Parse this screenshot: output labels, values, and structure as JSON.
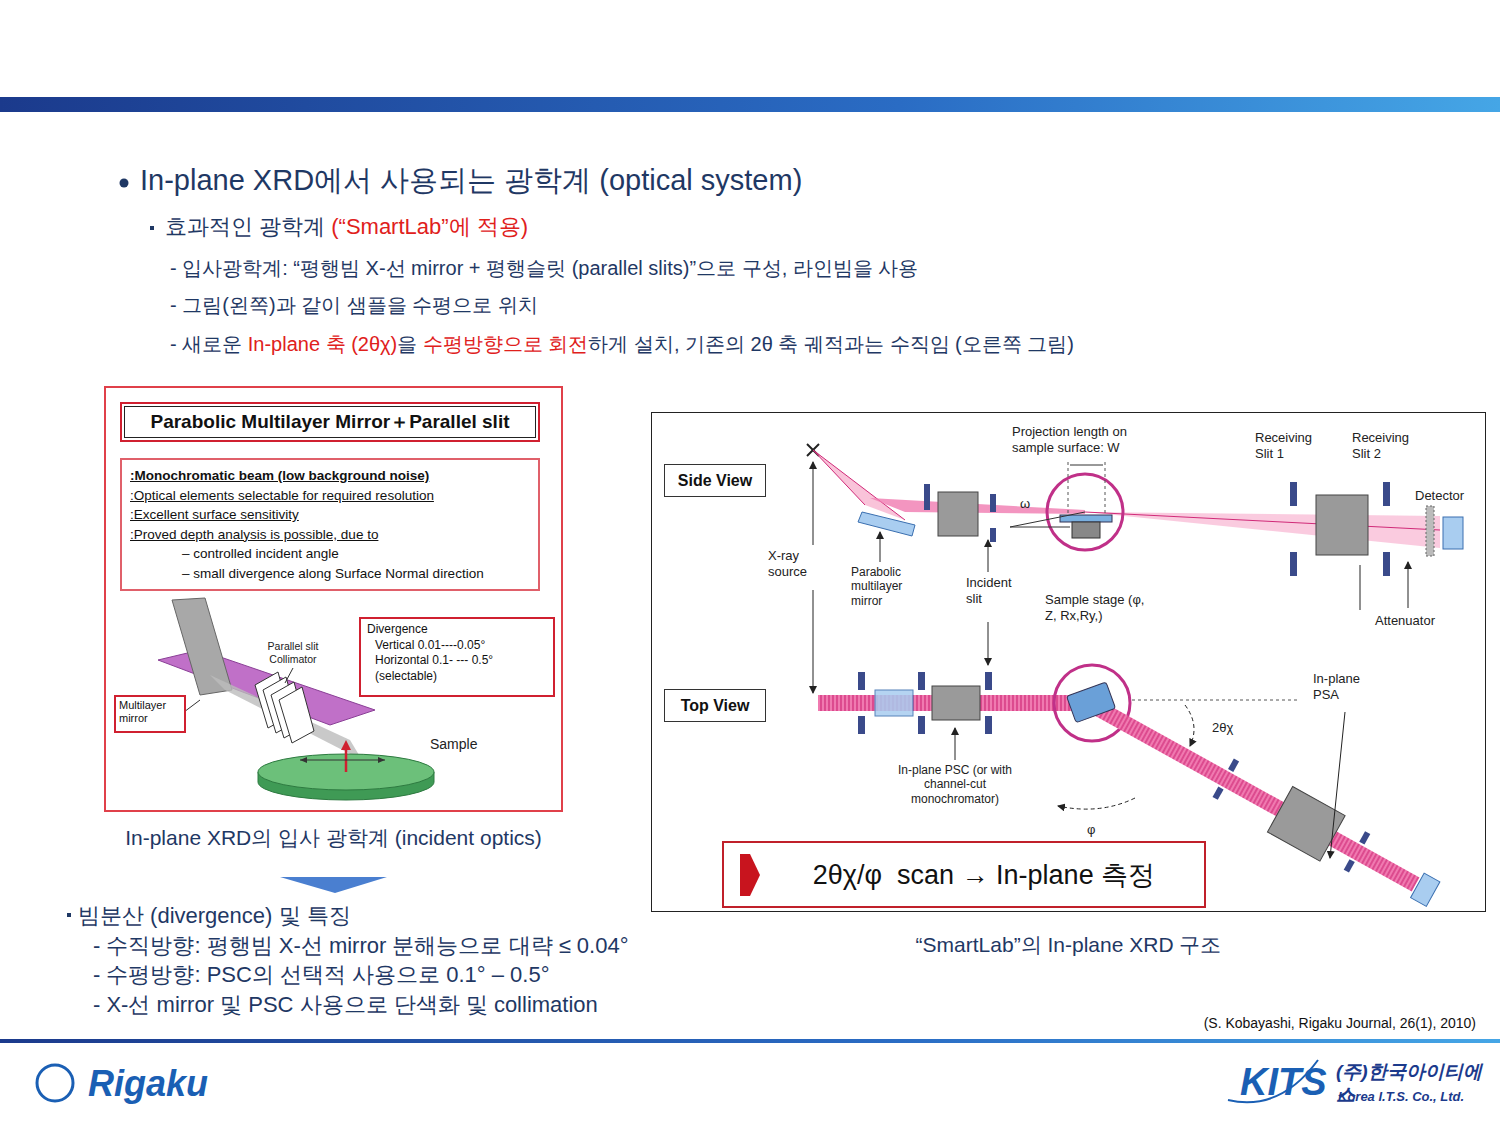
{
  "diagram": {
    "title": "In-plane XRD에서 사용되는 광학계 (optical system)",
    "nodes": [
      {
        "text": [
          "In-plane XRD의 입사 광학계 (incident optics)"
        ]
      },
      {
        "text": [
          "Parabolic Multilayer Mirror＋Parallel slit"
        ],
        "in": 0
      },
      {
        "text": [
          ":Monochromatic beam (low background noise)",
          ":Optical elements selectable for required resolution",
          ":Excellent surface sensitivity",
          ":Proved depth analysis is possible, due to",
          "– controlled incident angle",
          "– small divergence along Surface Normal direction"
        ],
        "in": 0
      },
      {
        "text": [
          "Divergence",
          "Vertical 0.01----0.05°",
          "Horizontal 0.1- --- 0.5°",
          "(selectable)"
        ],
        "in": 0
      },
      {
        "text": [
          "Multilayer mirror"
        ],
        "in": 0
      },
      {
        "text": [
          "“SmartLab”의 In-plane XRD 구조"
        ]
      },
      {
        "text": [
          "Side View"
        ],
        "in": 5
      },
      {
        "text": [
          "Top View"
        ],
        "in": 5
      },
      {
        "text": [
          "2θχ/φ  scan → In-plane 측정"
        ],
        "in": 5
      }
    ],
    "labels": [
      "효과적인 광학계 ",
      "(“SmartLab”에 적용)",
      "- 입사광학계: “평행빔 X-선 mirror + 평행슬릿 (parallel slits)”으로 구성, 라인빔을 사용",
      "- 그림(왼쪽)과 같이 샘플을 수평으로 위치",
      "- 새로운 ",
      "In-plane 축 (2θχ)",
      "을 ",
      "수평방향으로 회전",
      "하게 설치, 기존의 2θ 축 궤적과는 수직임 (오른쪽 그림)",
      "Parallel slit Collimator",
      "Sample",
      "빔분산 (divergence) 및 특징",
      "- 수직방향: 평행빔 X-선 mirror 분해능으로 대략 ≤ 0.04°",
      "- 수평방향: PSC의 선택적 사용으로 0.1° – 0.5°",
      "- X-선 mirror 및 PSC 사용으로 단색화 및 collimation",
      "Projection length on sample surface: W",
      "Receiving Slit 1",
      "Receiving Slit 2",
      "Detector",
      "ω",
      "X-ray source",
      "Parabolic multilayer mirror",
      "Incident slit",
      "Sample stage (φ, Z, Rx,Ry,)",
      "Attenuator",
      "In-plane PSA",
      "2θχ",
      "In-plane PSC (or with channel-cut monochromator)",
      "φ",
      "(S. Kobayashi, Rigaku Journal, 26(1), 2010)",
      "Rigaku",
      "KITS",
      "(주)한국아이티에스",
      "Korea I.T.S. Co., Ltd."
    ]
  }
}
